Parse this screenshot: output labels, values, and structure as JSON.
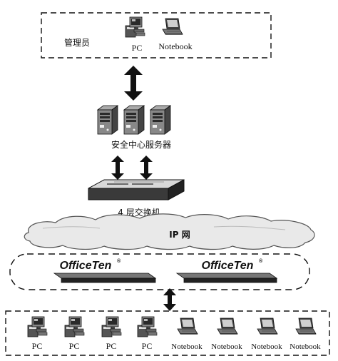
{
  "admin_group": {
    "label": "管理员",
    "devices": [
      {
        "icon": "pc-icon",
        "label": "PC"
      },
      {
        "icon": "notebook-icon",
        "label": "Notebook"
      }
    ]
  },
  "security_center": {
    "label": "安全中心服务器",
    "server_count": 3,
    "icon": "server-icon"
  },
  "switch": {
    "label": "4 层交换机",
    "icon": "switch-icon"
  },
  "network": {
    "label": "IP 网",
    "icon": "cloud-icon"
  },
  "appliances": [
    {
      "brand": "OfficeTen",
      "mark": "®"
    },
    {
      "brand": "OfficeTen",
      "mark": "®"
    }
  ],
  "clients": [
    {
      "icon": "pc-icon",
      "label": "PC"
    },
    {
      "icon": "pc-icon",
      "label": "PC"
    },
    {
      "icon": "pc-icon",
      "label": "PC"
    },
    {
      "icon": "pc-icon",
      "label": "PC"
    },
    {
      "icon": "notebook-icon",
      "label": "Notebook"
    },
    {
      "icon": "notebook-icon",
      "label": "Notebook"
    },
    {
      "icon": "notebook-icon",
      "label": "Notebook"
    },
    {
      "icon": "notebook-icon",
      "label": "Notebook"
    }
  ]
}
